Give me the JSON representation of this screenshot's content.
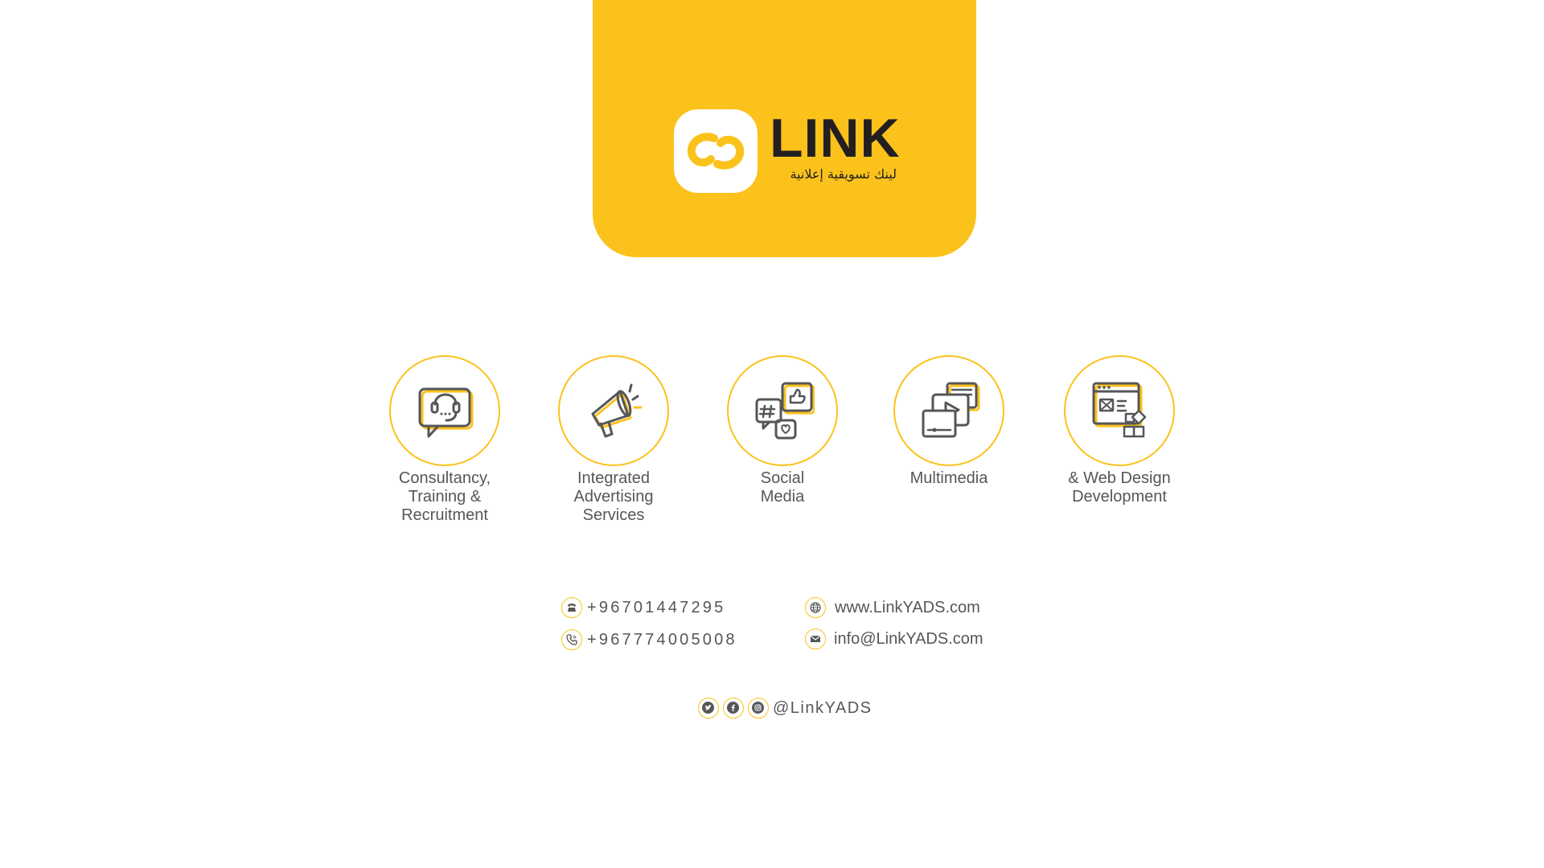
{
  "brand": {
    "name": "LINK",
    "tagline_ar": "لينك تسويقية إعلانية",
    "accent_color": "#fbc21c",
    "dark_color": "#231f20",
    "text_color": "#55565a"
  },
  "services": [
    {
      "icon": "headset-chat-icon",
      "label": "Consultancy,\nTraining &\nRecruitment"
    },
    {
      "icon": "megaphone-icon",
      "label": "Integrated\nAdvertising\nServices"
    },
    {
      "icon": "social-media-icon",
      "label": "Social\nMedia"
    },
    {
      "icon": "multimedia-play-icon",
      "label": "Multimedia"
    },
    {
      "icon": "web-design-icon",
      "label": "& Web Design\nDevelopment"
    }
  ],
  "contacts": {
    "phone1": {
      "icon": "telephone-icon",
      "value": "+96701447295"
    },
    "phone2": {
      "icon": "mobile-phone-icon",
      "value": "+967774005008"
    },
    "website": {
      "icon": "globe-icon",
      "value": "www.LinkYADS.com"
    },
    "email": {
      "icon": "envelope-icon",
      "value": "info@LinkYADS.com"
    }
  },
  "social": {
    "icons": [
      "twitter-icon",
      "facebook-icon",
      "instagram-icon"
    ],
    "handle": "@LinkYADS"
  }
}
